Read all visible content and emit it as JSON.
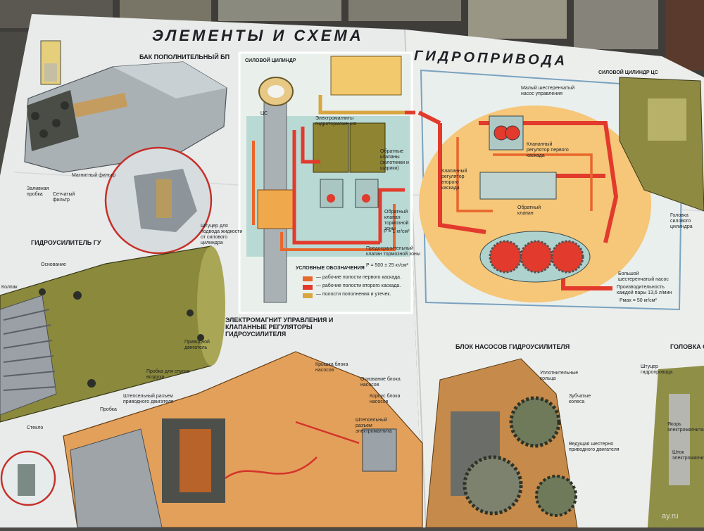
{
  "poster": {
    "title_left": "ЭЛЕМЕНТЫ И СХЕМА",
    "title_right": "ГИДРОПРИВОДА"
  },
  "sections": {
    "tank": "БАК ПОПОЛНИТЕЛЬНЫЙ БП",
    "booster": "ГИДРОУСИЛИТЕЛЬ ГУ",
    "power_cylinder": "СИЛОВОЙ ЦИЛИНДР",
    "power_cylinder_right": "СИЛОВОЙ ЦИЛИНДР ЦС",
    "electromagnet": "ЭЛЕКТРОМАГНИТ УПРАВЛЕНИЯ И КЛАПАННЫЕ РЕГУЛЯТОРЫ ГИДРОУСИЛИТЕЛЯ",
    "pump_block": "БЛОК НАСОСОВ ГИДРОУСИЛИТЕЛЯ",
    "head": "ГОЛОВКА СИЛ"
  },
  "labels": {
    "tc": "ЦС",
    "brake_magnets": "Электромагниты гидроторможения",
    "return_valves": "Обратные клапаны (золотники и шарики)",
    "check_valve": "Обратный клапан тормозной зоны",
    "p_one": "P = 1 кг/см²",
    "safety_valve": "Предохранительный клапан тормозной зоны",
    "p_range": "P = 500 ± 25 кг/см²",
    "filler_plug": "Заливная пробка",
    "mesh_filter": "Сетчатый фильтр",
    "magnet_filter": "Магнитный фильтр",
    "union": "Штуцер для подвода жидкости от силового цилиндра",
    "base": "Основание",
    "housing": "Колпак",
    "drive_motor": "Приводной двигатель",
    "air_plug": "Пробка для спуска воздуха",
    "plug_connector": "Штепсельный разъем приводного двигателя",
    "plug": "Пробка",
    "glass": "Стекло",
    "pump_cover": "Крышка блока насосов",
    "pump_base": "Основание блока насосов",
    "pump_body": "Корпус блока насосов",
    "magnet_connector": "Штепсельный разъем электромагнита",
    "seal_rings": "Уплотнительные кольца",
    "toothed_wheels": "Зубчатые колеса",
    "drive_gear": "Ведущая шестерня приводного двигателя",
    "big_gear_pump": "Большой шестеренчатый насос",
    "capacity": "Производительность каждой пары 13,6 л/мин",
    "p_max": "Pмах = 50 кг/см²",
    "pump_control": "Малый шестеренчатый насос управления",
    "valve_reg_first": "Клапанный регулятор первого каскада",
    "valve_reg_second": "Клапанный регулятор второго каскада",
    "return_valve_r": "Обратный клапан",
    "power_head": "Головка силового цилиндра",
    "hydro_supply": "Штуцер гидропровода",
    "electro_anchor": "Якорь электромагнита",
    "electro_rod": "Шток электромагнита"
  },
  "legend": {
    "title": "УСЛОВНЫЕ ОБОЗНАЧЕНИЯ",
    "items": [
      {
        "label": "— рабочие полости первого каскада.",
        "color": "#e8672c"
      },
      {
        "label": "— рабочие полости второго каскада.",
        "color": "#e23a2c"
      },
      {
        "label": "— полости пополнения и утечек.",
        "color": "#d9a540"
      }
    ]
  },
  "watermark": "ay.ru",
  "colors": {
    "poster_bg": "#e9ecec",
    "olive": "#8a8a3c",
    "orange": "#e8672c",
    "red": "#e23a2c",
    "yellow": "#f4c16d",
    "teal": "#aed3cf",
    "grey": "#8a949a",
    "wood": "#6c6a62"
  }
}
